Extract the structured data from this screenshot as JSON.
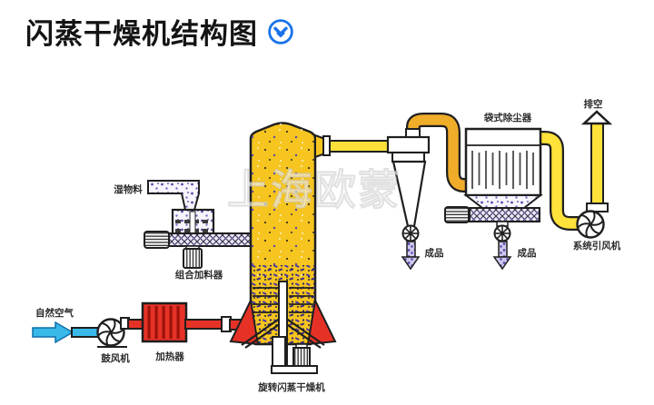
{
  "header": {
    "title": "闪蒸干燥机结构图",
    "expand_icon": "chevron-down-circle-icon"
  },
  "watermark": {
    "text": "上海欧蒙"
  },
  "diagram": {
    "labels": {
      "wet_material": "湿物料",
      "combined_feeder": "组合加料器",
      "natural_air": "自然空气",
      "blower": "鼓风机",
      "heater": "加热器",
      "rotary_flash_dryer": "旋转闪蒸干燥机",
      "cyclone_product": "成品",
      "bag_filter": "袋式除尘器",
      "bag_filter_product": "成品",
      "vent": "排空",
      "system_fan": "系统引风机"
    },
    "colors": {
      "tower_yellow": "#f6c51f",
      "pipe_yellow": "#ffe23a",
      "duct_gold": "#f0ad2a",
      "hot_red": "#e63226",
      "air_blue": "#38b9e9",
      "material_purple": "#6a58b5",
      "outline": "#1f1f1f",
      "accent_blue": "#1a73e8"
    }
  }
}
